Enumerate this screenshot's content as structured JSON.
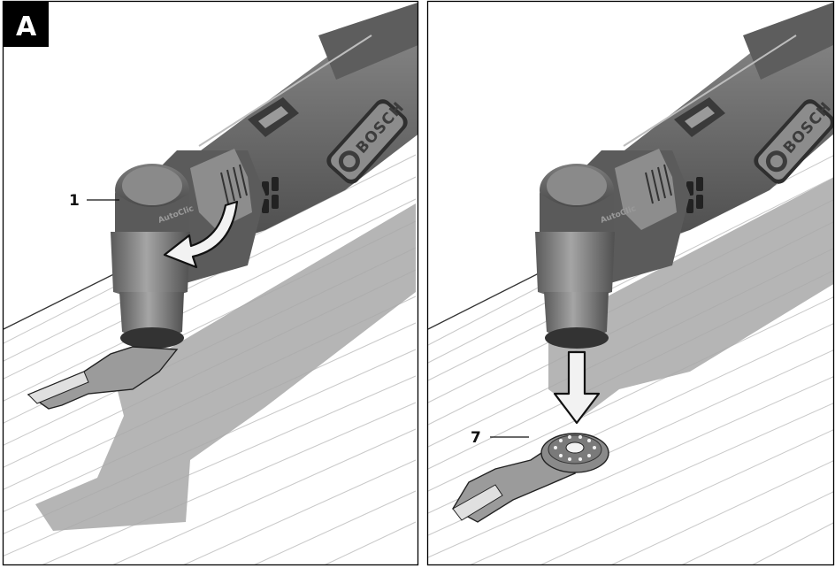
{
  "figure": {
    "tag": "A",
    "brand": "BOSCH",
    "feature": "AutoClic",
    "callouts": [
      {
        "number": "1"
      },
      {
        "number": "7"
      }
    ]
  },
  "colors": {
    "tool_body": "#6e6e6e",
    "tool_dark": "#3a3a3a",
    "tool_highlight": "#a9a9a9",
    "blade": "#9a9a9a",
    "wood_lines": "#c8c8c8",
    "shadow": "#a3a3a3",
    "frame": "#000000"
  }
}
